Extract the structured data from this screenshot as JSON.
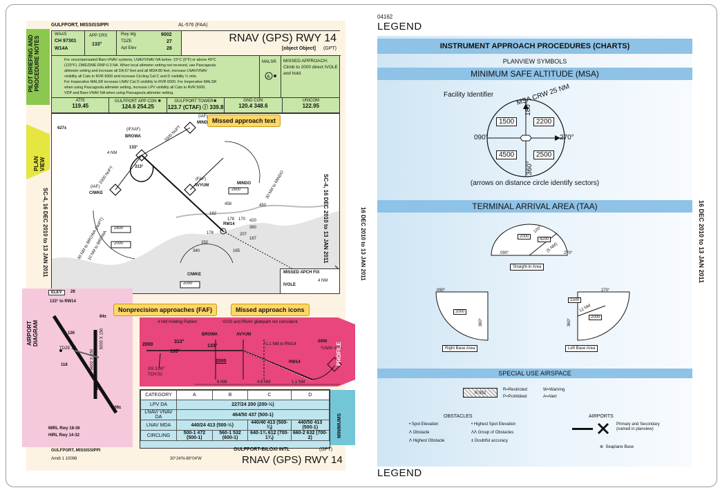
{
  "plate": {
    "header_left": "GULFPORT, MISSISSIPPI",
    "header_center": "AL-576 (FAA)",
    "title": "RNAV (GPS) RWY 14",
    "airport": {
      "elev": "ELEV",
      "elev_v": "28",
      "hdg": "133° to RW14",
      "tdze": "TDZE 27",
      "rwy": "9002 X 150",
      "rwy2": "5000 X 150",
      "e84": "84±",
      "e126": "126",
      "e118": "118",
      "e110": "110",
      "e109": "109±",
      "mirl": "MIRL Rwy 18-36",
      "hirl": "HIRL Rwy 14-32"
    },
    "airport_id": "(GPT)",
    "waas_label": "WAAS",
    "waas_ch": "CH 97301",
    "waas_id": "W14A",
    "app_crs_label": "APP CRS",
    "app_crs": "133°",
    "rwy_ldg_label": "Rwy Idg",
    "rwy_ldg": "9002",
    "tdze_label": "TDZE",
    "tdze": "27",
    "apt_elev_label": "Apt Elev",
    "apt_elev": "28",
    "brief_lines": [
      "For uncompensated Baro-VNAV systems, LNAV/VNAV NA below -15°C (5°F) or above 49°C",
      "(120°F). DME/DME RNP-0.3 NA. When local altimeter setting not received, use Pascagoula",
      "altimeter setting and increase all DA 67 feet and all MDA 80 feet, increase LNAV/VNAV",
      "visibility all Cats to RVR 6000 and increase Circling Cat C and D visibility ¼ mile.",
      "For Inoperative MALSR increase LNAV Cat D visibility to RVR 6000. For Inoperative MALSR",
      "when using Pascagoula altimeter setting, increase LPV visibility all Cats to RVR 5000.",
      "VDP and Baro-VNAV NA when using Pascagoula altimeter setting."
    ],
    "malsr": "MALSR",
    "missed_approach": "MISSED APPROACH: Climb to 2000 direct IVOLE and hold.",
    "freqs": [
      {
        "label": "ATIS",
        "value": "119.45"
      },
      {
        "label": "GULFPORT APP CON ✱",
        "value": "124.6 254.25"
      },
      {
        "label": "GULFPORT TOWER✱",
        "value": "123.7 (CTAF) ⓛ 339.8"
      },
      {
        "label": "GND CON",
        "value": "120.4 348.6"
      },
      {
        "label": "UNICOM",
        "value": "122.95"
      }
    ],
    "tabs": {
      "pilot": "PILOT BRIEFING AND PROCEDURE NOTES",
      "plan": "PLAN VIEW",
      "airport": "AIRPORT DIAGRAM",
      "profile": "PROFILE",
      "minimums": "MINIMUMS"
    },
    "plan": {
      "elev627": "627±",
      "browa_iaf": "(IF/IAF)",
      "browa": "BROWA",
      "mindo_iaf": "(IAF)",
      "mindo": "MINDO",
      "ciwke_iaf": "(IAF)",
      "ciwke": "CIWKE",
      "avyum_faf": "(FAF)",
      "avyum": "AVYUM",
      "rw14": "RW14",
      "ciwke2": "CIWKE",
      "mindo2": "MINDO",
      "msa1": "2800",
      "msa2": "2800",
      "msa3": "2000",
      "msa4": "2000",
      "nm4": "4 NM",
      "to_mindo": "30 NM to MINDO",
      "to_browa": "30 NM to BROWA (NoPT)",
      "to_browa2": "10 NM to BROWA",
      "course_133": "133°",
      "course_313": "313°",
      "nopt1": "2000 NoPT",
      "nopt2": "2000 NoPT",
      "o458": "458",
      "o450": "450",
      "o182": "182",
      "o178": "178",
      "o170": "170",
      "o420": "420",
      "o360": "360",
      "o207": "207",
      "o167": "167",
      "o178b": "178",
      "o250": "250",
      "o340": "340",
      "o165": "165",
      "map_fix": "MISSED APCH FIX",
      "ivole": "IVOLE",
      "nm4b": "4 NM"
    },
    "profile": {
      "holding": "4 NM Holding Pattern",
      "vgsi": "VGSI and RNAV glidepath not coincident.",
      "browa": "BROWA",
      "avyum": "AVYUM",
      "alt2000a": "2000",
      "alt2000b": "2000",
      "alt2000c": "2000",
      "c313": "313°",
      "c133a": "133°",
      "c133b": "133°",
      "nm11": "*1.1 NM to RW14",
      "gs": "GS 3.00°",
      "tch": "TCH 52",
      "rw14": "RW14",
      "lnav_only": "*LNAV only",
      "d1": "6 NM",
      "d2": "4.9 NM",
      "d3": "1.1 NM"
    },
    "minimums": {
      "header": [
        "CATEGORY",
        "A",
        "B",
        "C",
        "D"
      ],
      "rows": [
        {
          "label": "LPV",
          "sub": "DA",
          "cells": [
            "227/24  200 (200-½)"
          ]
        },
        {
          "label": "LNAV/ VNAV",
          "sub": "DA",
          "cells": [
            "464/50  437 (500-1)"
          ]
        },
        {
          "label": "LNAV MDA",
          "sub": "",
          "cells": [
            "440/24  413 (500-½)",
            "440/40  413 (500-¾)",
            "440/50  413 (500-1)"
          ]
        },
        {
          "label": "CIRCLING",
          "sub": "",
          "cells": [
            "500-1  472 (500-1)",
            "560-1  532 (600-1)",
            "640-1¾  612 (700-1¾)",
            "660-2  632 (700-2)"
          ]
        }
      ]
    },
    "footer_left": "GULFPORT, MISSISSIPPI",
    "footer_amdt": "Amdt 1  10098",
    "footer_coords": "30°24'N-89°04'W",
    "footer_airport": "GULFPORT-BILOXI INTL",
    "footer_id": "(GPT)",
    "footer_title": "RNAV (GPS) RWY 14",
    "side_date": "SC-4, 16 DEC 2010 to 13 JAN 2011",
    "side_date_left": "SC-4, 16 DEC 2010 to 13 JAN 2011",
    "outer_date": "16 DEC 2010 to 13 JAN 2011"
  },
  "callouts": {
    "missed_text": "Missed approach text",
    "faf": "Nonprecision approaches (FAF)",
    "missed_icons": "Missed approach icons"
  },
  "legend": {
    "number": "04162",
    "title": "LEGEND",
    "title_bottom": "LEGEND",
    "main_band": "INSTRUMENT APPROACH PROCEDURES (CHARTS)",
    "planview_symbols": "PLANVIEW SYMBOLS",
    "msa_title": "MINIMUM SAFE ALTITUDE (MSA)",
    "facility": "Facility Identifier",
    "msa_arc": "MSA CRW 25 NM",
    "msa_1500": "1500",
    "msa_2200": "2200",
    "msa_4500": "4500",
    "msa_2500": "2500",
    "msa_090": "090°",
    "msa_270": "270°",
    "msa_360": "360°",
    "msa_180": "180°",
    "msa_caption": "(arrows on distance circle identify sectors)",
    "taa_title": "TERMINAL ARRIVAL AREA (TAA)",
    "taa_2000": "2000",
    "taa_4200": "4200",
    "taa_straight": "Straight-in Area",
    "taa_right": "Right Base Area",
    "taa_left": "Left Base Area",
    "taa_2000b": "2000",
    "taa_1500": "1500",
    "taa_2000c": "2000",
    "taa_090": "090°",
    "taa_270": "270°",
    "taa_360": "360°",
    "taa_360b": "360°",
    "taa_090b": "090°",
    "taa_270b": "270°",
    "taa_120": "120°",
    "taa_12nm": "12 NM",
    "taa_5nm": "(5 NM)",
    "taa_090c": "090°",
    "taa_360c": "360°",
    "taa_270c": "270°",
    "sua_band": "SPECIAL USE AIRSPACE",
    "r352": "R-352",
    "sua_items": [
      "R=Restricted",
      "P=Prohibited",
      "W=Warning",
      "A=Alert"
    ],
    "obstacles_title": "OBSTACLES",
    "obstacles": [
      "Spot Elevation",
      "Obstacle",
      "Highest Obstacle",
      "Highest Spot Elevation",
      "Group of Obstacles",
      "Doubtful accuracy"
    ],
    "airports_title": "AIRPORTS",
    "airport_primary": "Primary and Secondary (named in planview)",
    "seaplane": "Seaplane Base",
    "side_date": "16 DEC 2010 to 13 JAN 2011"
  }
}
